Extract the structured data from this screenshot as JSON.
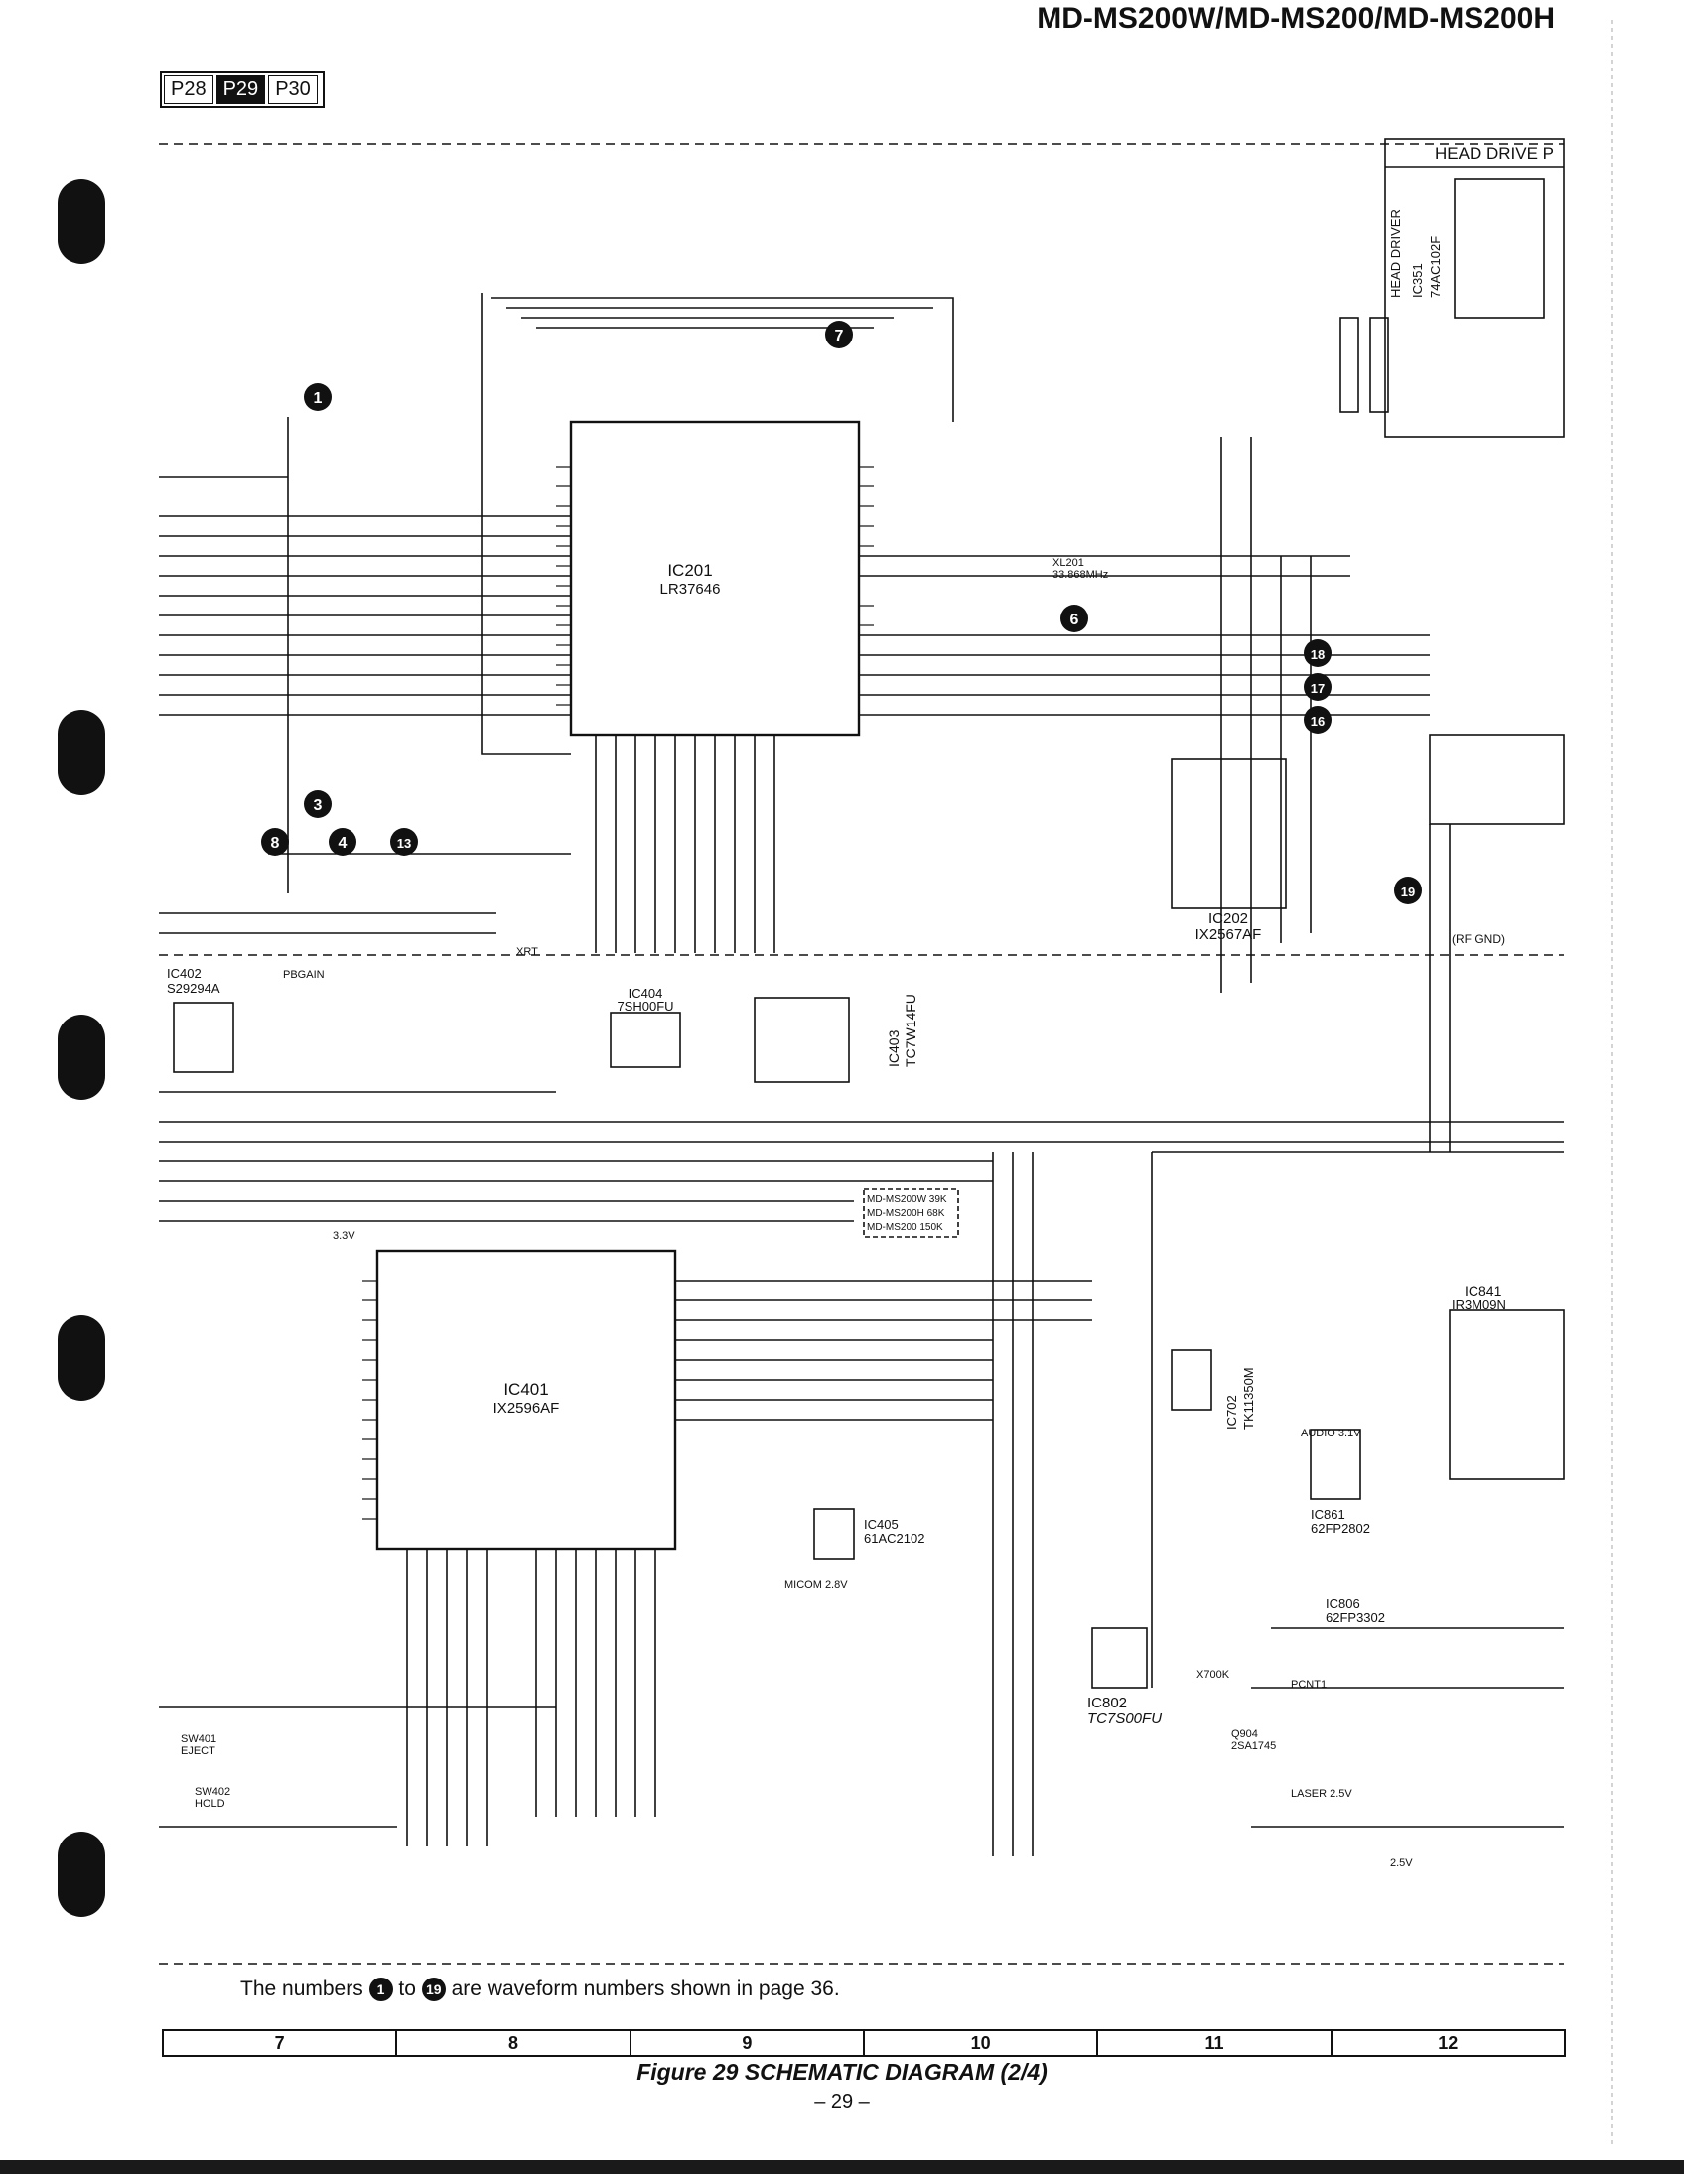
{
  "header": {
    "title": "MD-MS200W/MD-MS200/MD-MS200H"
  },
  "page_tabs": [
    "P28",
    "P29",
    "P30"
  ],
  "active_tab": "P29",
  "blocks": {
    "head_drive": "HEAD DRIVE P",
    "head_driver": "HEAD DRIVER",
    "ic351": "IC351",
    "ic351_part": "74AC102F",
    "ic201": "IC201",
    "ic201_part": "LR37646",
    "ic202": "IC202",
    "ic202_part": "IX2567AF",
    "ic401": "IC401",
    "ic401_part": "IX2596AF",
    "ic402": "IC402",
    "ic402_part": "S29294A",
    "ic403": "IC403",
    "ic403_part": "TC7W14FU",
    "ic404": "IC404",
    "ic404_part": "7SH00FU",
    "ic405": "IC405",
    "ic405_part": "61AC2102",
    "ic802": "IC802",
    "ic802_part": "TC7S00FU",
    "ic861": "IC861",
    "ic861_part": "62FP2802",
    "ic806": "IC806",
    "ic806_part": "62FP3302",
    "ic841": "IC841",
    "ic841_part": "IR3M09N",
    "ic702": "IC702",
    "ic702_part": "TK11350M",
    "xl201": "XL201",
    "xl201_freq": "33.868MHz",
    "q904": "Q904",
    "q904_part": "2SA1745",
    "sw401": "SW401",
    "sw401_name": "EJECT",
    "sw402": "SW402",
    "sw402_name": "HOLD",
    "rf_gnd": "(RF GND)",
    "micom_28v": "MICOM 2.8V",
    "laser_25v": "LASER 2.5V",
    "audio_31v": "AUDIO 3.1V",
    "v25": "2.5V",
    "v33": "3.3V",
    "xrt": "XRT",
    "pbgain": "PBGAIN",
    "x700k": "X700K",
    "pcnt1": "PCNT1",
    "model_table": [
      "MD-MS200W 39K",
      "MD-MS200H 68K",
      "MD-MS200 150K"
    ]
  },
  "waveform_markers": [
    "1",
    "7",
    "6",
    "3",
    "8",
    "4",
    "13",
    "18",
    "17",
    "16",
    "19"
  ],
  "footer": {
    "note_prefix": "The numbers",
    "note_first": "1",
    "note_mid": "to",
    "note_last": "19",
    "note_suffix": "are waveform numbers shown in page 36.",
    "grid_columns": [
      "7",
      "8",
      "9",
      "10",
      "11",
      "12"
    ],
    "caption": "Figure 29 SCHEMATIC DIAGRAM (2/4)",
    "page_number": "– 29 –"
  }
}
